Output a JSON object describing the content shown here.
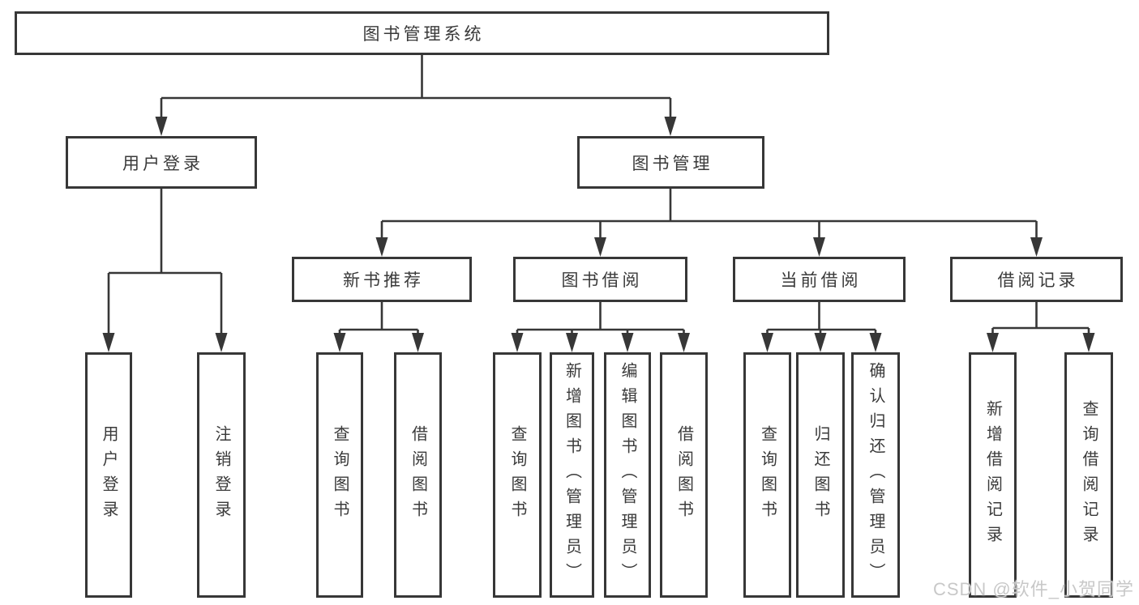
{
  "colors": {
    "line": "#373737",
    "text": "#3a3a3a",
    "watermark": "#c8c8c8",
    "background": "#ffffff"
  },
  "diagram": {
    "watermark": "CSDN @软件_小贺同学",
    "tree": {
      "root": "图书管理系统",
      "children": [
        {
          "label": "用户登录",
          "children": [
            {
              "label": "用户登录"
            },
            {
              "label": "注销登录"
            }
          ]
        },
        {
          "label": "图书管理",
          "children": [
            {
              "label": "新书推荐",
              "children": [
                {
                  "label": "查询图书"
                },
                {
                  "label": "借阅图书"
                }
              ]
            },
            {
              "label": "图书借阅",
              "children": [
                {
                  "label": "查询图书"
                },
                {
                  "label": "新增图书（管理员）"
                },
                {
                  "label": "编辑图书（管理员）"
                },
                {
                  "label": "借阅图书"
                }
              ]
            },
            {
              "label": "当前借阅",
              "children": [
                {
                  "label": "查询图书"
                },
                {
                  "label": "归还图书"
                },
                {
                  "label": "确认归还（管理员）"
                }
              ]
            },
            {
              "label": "借阅记录",
              "children": [
                {
                  "label": "新增借阅记录"
                },
                {
                  "label": "查询借阅记录"
                }
              ]
            }
          ]
        }
      ]
    }
  }
}
